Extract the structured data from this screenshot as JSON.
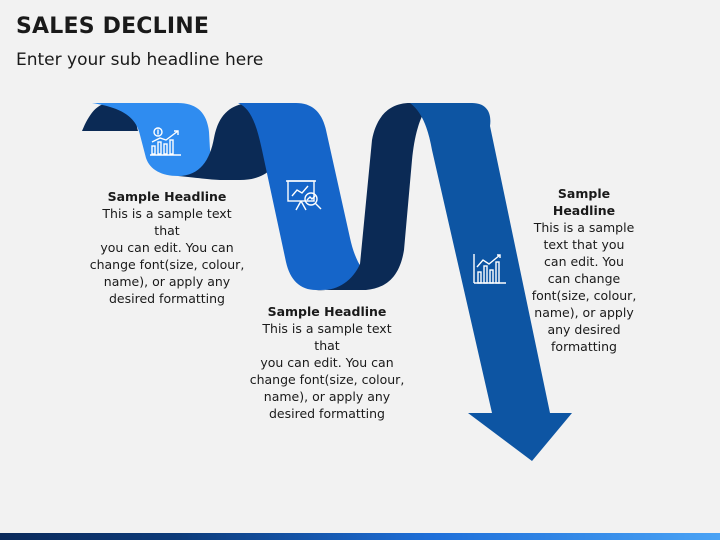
{
  "header": {
    "title": "SALES DECLINE",
    "subtitle": "Enter your sub headline here"
  },
  "steps": [
    {
      "headline": "Sample Headline",
      "body": "This is a sample text that\nyou can edit. You can\nchange font(size, colour,\nname), or apply any\ndesired formatting",
      "icon": "bulb-chart-icon"
    },
    {
      "headline": "Sample Headline",
      "body": "This is a sample text that\nyou can edit. You can\nchange font(size, colour,\nname), or apply any\ndesired formatting",
      "icon": "presentation-board-icon"
    },
    {
      "headline": "Sample\nHeadline",
      "body": "This is a sample\ntext that you\ncan edit. You\ncan change\nfont(size, colour,\nname), or apply\nany desired\nformatting",
      "icon": "bar-chart-icon"
    }
  ],
  "colors": {
    "dark_navy": "#0b2a55",
    "light_blue": "#2f8cf0",
    "mid_blue": "#1565c9",
    "deep_blue": "#0d55a3",
    "background": "#f2f2f2"
  }
}
